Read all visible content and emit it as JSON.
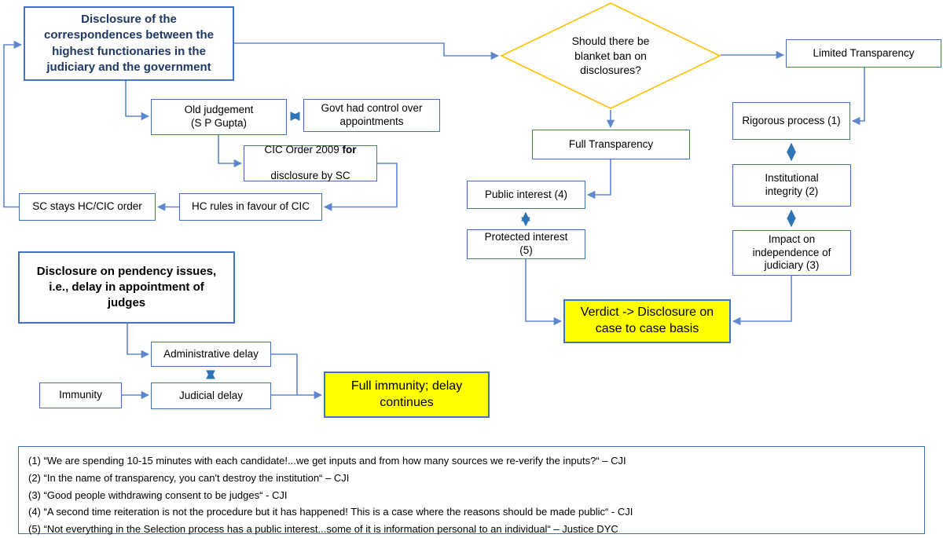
{
  "colors": {
    "box_border_blue": "#4472C4",
    "connector_blue": "#5E87CE",
    "double_arrow_blue": "#2E75B6",
    "header_text_navy": "#1F3864",
    "diamond_gold": "#FFC000",
    "highlight_yellow": "#FFFF00"
  },
  "boxes": {
    "disclosure_correspondences": {
      "text": "Disclosure of the\ncorrespondences between the\nhighest functionaries in the\njudiciary and the government"
    },
    "old_judgement": {
      "text": "Old judgement\n(S P Gupta)"
    },
    "govt_control": {
      "text": "Govt had control over\nappointments"
    },
    "cic_order": {
      "line1_pre": "CIC Order 2009 ",
      "line1_bold": "for",
      "line2": "disclosure by SC"
    },
    "sc_stays": {
      "text": "SC stays HC/CIC order"
    },
    "hc_rules": {
      "text": "HC rules in favour of CIC"
    },
    "diamond_question": {
      "text": "Should there be\nblanket ban on\ndisclosures?"
    },
    "limited_transparency": {
      "text": "Limited Transparency"
    },
    "rigorous_process": {
      "text": "Rigorous process (1)"
    },
    "institutional_integrity": {
      "text": "Institutional\nintegrity (2)"
    },
    "impact_independence": {
      "text": "Impact on\nindependence of\njudiciary (3)"
    },
    "full_transparency": {
      "text": "Full Transparency"
    },
    "public_interest": {
      "text": "Public interest (4)"
    },
    "protected_interest": {
      "text": "Protected interest\n(5)"
    },
    "verdict": {
      "text": "Verdict -> Disclosure on\ncase to case basis"
    },
    "pendency": {
      "text": "Disclosure on pendency issues,\ni.e., delay in appointment of\njudges"
    },
    "administrative_delay": {
      "text": "Administrative delay"
    },
    "immunity": {
      "text": "Immunity"
    },
    "judicial_delay": {
      "text": "Judicial delay"
    },
    "full_immunity": {
      "text": "Full immunity; delay\ncontinues"
    }
  },
  "notes": {
    "lines": [
      "(1)  “We are spending 10-15 minutes with each candidate!...we get inputs and from how many sources we re-verify the inputs?“ – CJI",
      "(2)  “In the name of transparency, you can't destroy the institution“ – CJI",
      "(3)  “Good people withdrawing consent to be judges“ - CJI",
      "(4)  “A second time reiteration is not the procedure but it has happened! This is a case where the reasons should be made public“ - CJI",
      "(5)  “Not everything in the Selection process has a public interest...some of it is information personal to an individual“ – Justice DYC"
    ]
  }
}
